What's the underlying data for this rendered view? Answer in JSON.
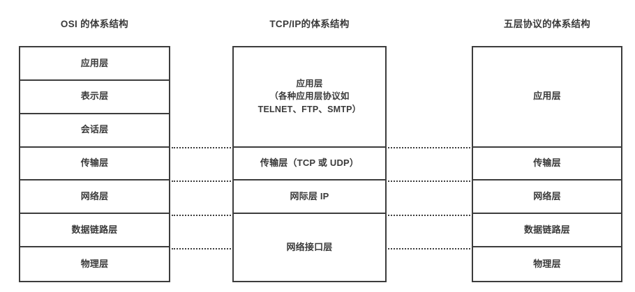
{
  "diagram": {
    "type": "protocol-stack-comparison",
    "columns": [
      {
        "id": "osi",
        "title": "OSI 的体系结构",
        "layer_count": 7,
        "layers": [
          {
            "label": "应用层",
            "span": 1
          },
          {
            "label": "表示层",
            "span": 1
          },
          {
            "label": "会话层",
            "span": 1
          },
          {
            "label": "传输层",
            "span": 1
          },
          {
            "label": "网络层",
            "span": 1
          },
          {
            "label": "数据链路层",
            "span": 1
          },
          {
            "label": "物理层",
            "span": 1
          }
        ]
      },
      {
        "id": "tcpip",
        "title": "TCP/IP的体系结构",
        "layer_count": 4,
        "layers": [
          {
            "label": "应用层\n（各种应用层协议如\nTELNET、FTP、SMTP）",
            "span": 3
          },
          {
            "label": "传输层（TCP 或 UDP）",
            "span": 1
          },
          {
            "label": "网际层 IP",
            "span": 1
          },
          {
            "label": "网络接口层",
            "span": 2
          }
        ]
      },
      {
        "id": "five",
        "title": "五层协议的体系结构",
        "layer_count": 5,
        "layers": [
          {
            "label": "应用层",
            "span": 3
          },
          {
            "label": "传输层",
            "span": 1
          },
          {
            "label": "网络层",
            "span": 1
          },
          {
            "label": "数据链路层",
            "span": 1
          },
          {
            "label": "物理层",
            "span": 1
          }
        ]
      }
    ],
    "connectors": {
      "left_gap_y": [
        211,
        259,
        308,
        356
      ],
      "right_gap_y": [
        211,
        259,
        308,
        356
      ],
      "style": "dotted"
    },
    "colors": {
      "border": "#3c3c3c",
      "text": "#3a3a3a",
      "background": "#ffffff"
    }
  }
}
